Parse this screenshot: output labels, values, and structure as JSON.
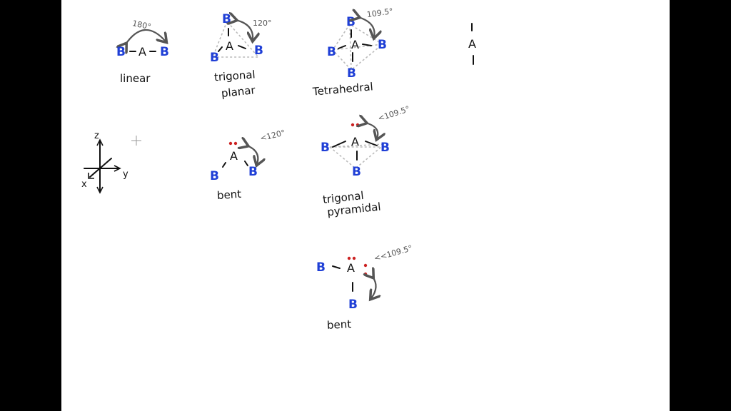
{
  "colors": {
    "background": "#000000",
    "board": "#ffffff",
    "ink": "#111111",
    "atom_b": "#1f3fd6",
    "lone_pair": "#cc2222",
    "arrow": "#555555"
  },
  "atoms": {
    "central": "A",
    "outer": "B"
  },
  "molecules": {
    "linear": {
      "angle": "180°",
      "name": "linear"
    },
    "trigonal_planar": {
      "angle": "120°",
      "name_line1": "trigonal",
      "name_line2": "planar"
    },
    "tetrahedral": {
      "angle": "109.5°",
      "name": "Tetrahedral"
    },
    "bent_1": {
      "angle": "<120°",
      "name": "bent"
    },
    "trigonal_pyramidal": {
      "angle": "<109.5°",
      "name_line1": "trigonal",
      "name_line2": "pyramidal"
    },
    "bent_2": {
      "angle": "<<109.5°",
      "name": "bent"
    }
  },
  "axes": {
    "z": "z",
    "x": "x",
    "y": "y"
  }
}
